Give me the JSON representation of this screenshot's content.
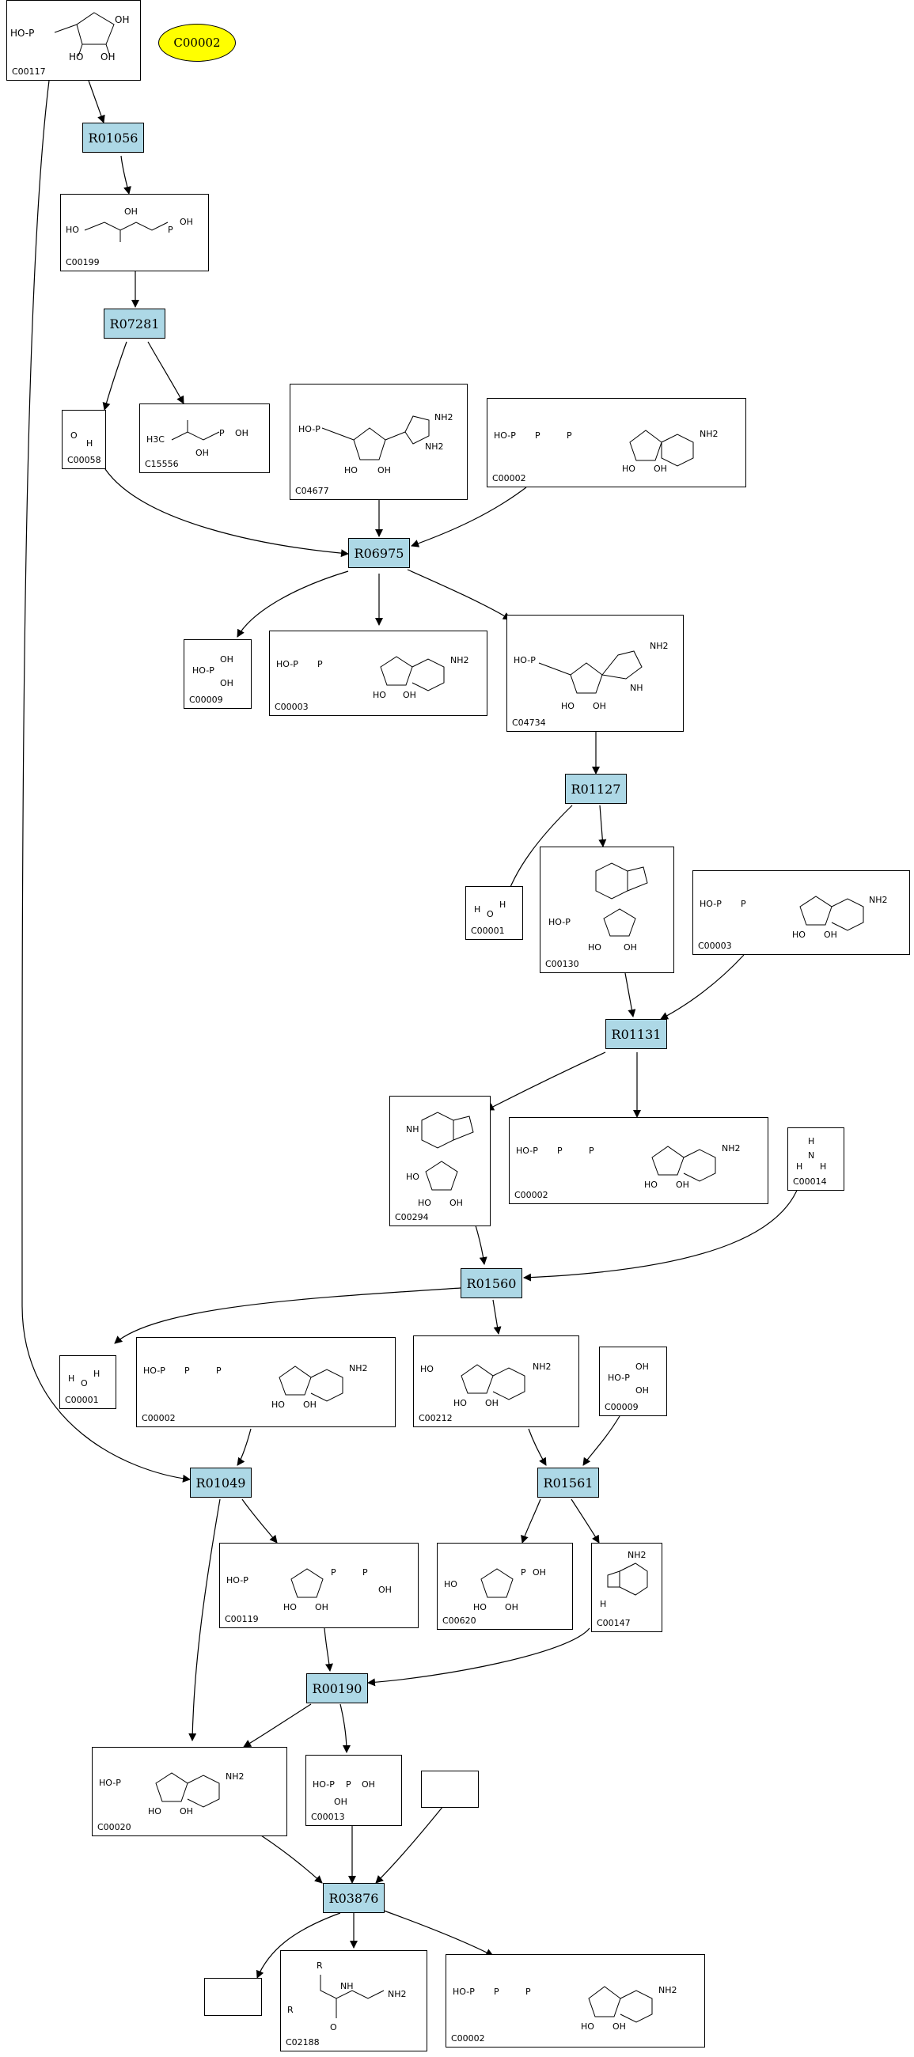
{
  "legend": {
    "highlight_label": "C00002",
    "highlight_color": "#ffff00"
  },
  "reaction_color": "#add8e6",
  "reactions": {
    "r1": "R01056",
    "r2": "R07281",
    "r3": "R06975",
    "r4": "R01127",
    "r5": "R01131",
    "r6": "R01560",
    "r7": "R01049",
    "r8": "R01561",
    "r9": "R00190",
    "r10": "R03876"
  },
  "compounds": {
    "c1": "C00117",
    "c2": "C00199",
    "c3": "C00058",
    "c4": "C15556",
    "c5": "C04677",
    "c6": "C00002",
    "c7": "C00009",
    "c8": "C00003",
    "c9": "C04734",
    "c10": "C00001",
    "c11": "C00130",
    "c12": "C00003",
    "c13": "C00294",
    "c14": "C00002",
    "c15": "C00014",
    "c16": "C00001",
    "c17": "C00002",
    "c18": "C00212",
    "c19": "C00009",
    "c20": "C00119",
    "c21": "C00620",
    "c22": "C00147",
    "c23": "C00020",
    "c24": "C00013",
    "c25": "",
    "c26": "",
    "c27": "C02188",
    "c28": "C00002"
  },
  "atom_labels": {
    "oh": "OH",
    "ho": "HO",
    "o": "O",
    "p": "P",
    "nh2": "NH2",
    "n": "N",
    "nh": "NH",
    "h": "H",
    "ch3": "H3C",
    "r": "R",
    "ho_p": "HO-P",
    "oh_p": "OH"
  }
}
